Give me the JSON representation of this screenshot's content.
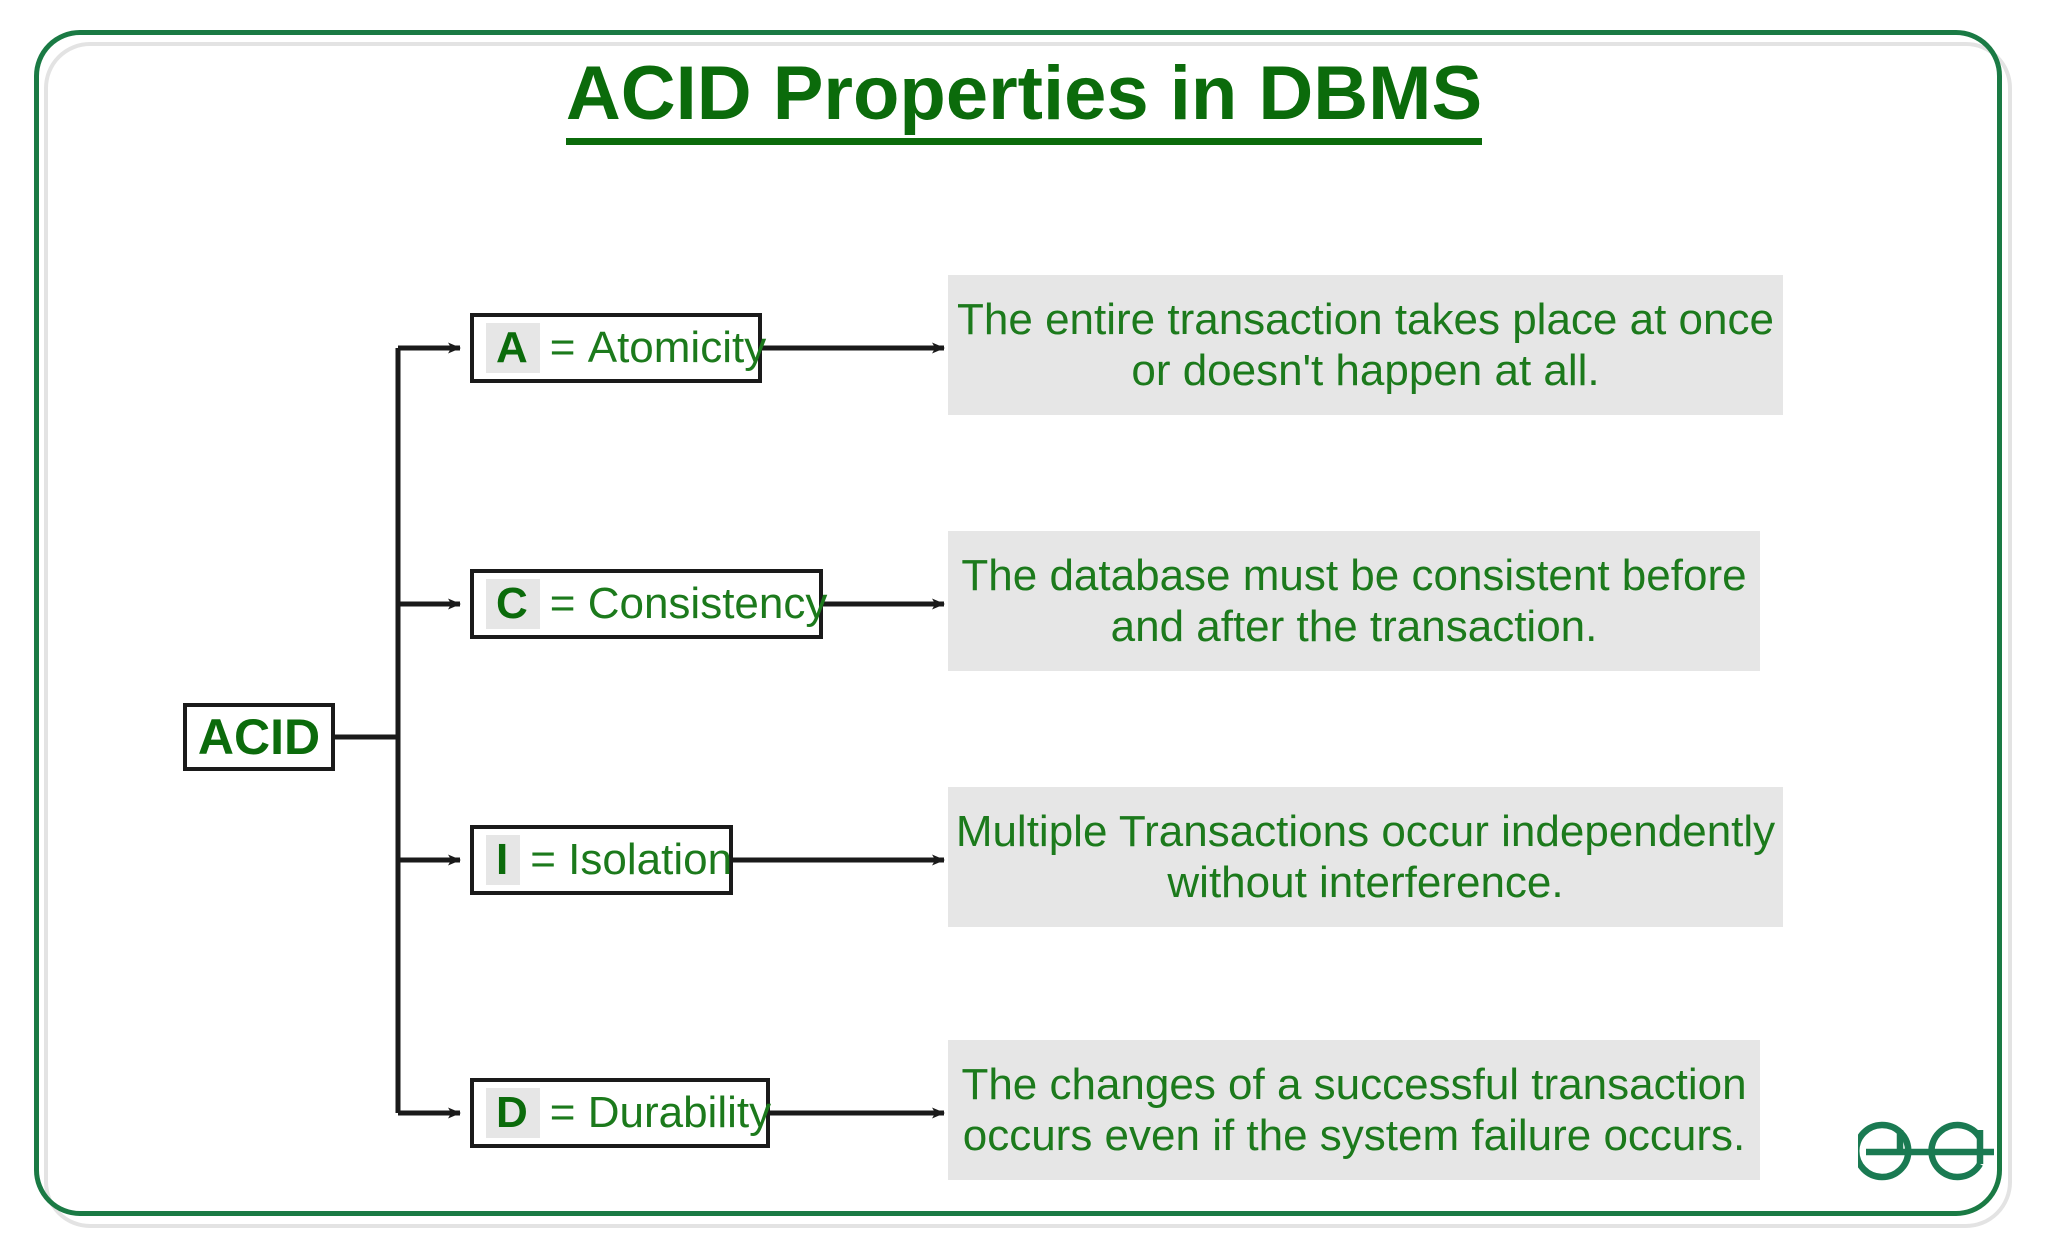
{
  "page": {
    "title": "ACID Properties in DBMS",
    "brand_color": "#0b6b0b",
    "text_color": "#1c7a1c",
    "frame_color": "#1a7a44",
    "highlight_bg": "#e6e6e6",
    "connector_color": "#1a1a1a",
    "logo_name": "geeksforgeeks-logo"
  },
  "root": {
    "label": "ACID"
  },
  "properties": [
    {
      "key": "A",
      "separator": "=",
      "name": "Atomicity",
      "label": "A = Atomicity",
      "description_lines": [
        "The entire transaction takes place at once",
        "or doesn't happen at all."
      ]
    },
    {
      "key": "C",
      "separator": "=",
      "name": "Consistency",
      "label": "C = Consistency",
      "description_lines": [
        "The database must be consistent before",
        "and after the transaction."
      ]
    },
    {
      "key": "I",
      "separator": "=",
      "name": "Isolation",
      "label": "I = Isolation",
      "description_lines": [
        "Multiple Transactions occur independently",
        "without interference."
      ]
    },
    {
      "key": "D",
      "separator": "=",
      "name": "Durability",
      "label": "D = Durability",
      "description_lines": [
        "The changes of a successful transaction",
        "occurs even if the system failure occurs."
      ]
    }
  ]
}
